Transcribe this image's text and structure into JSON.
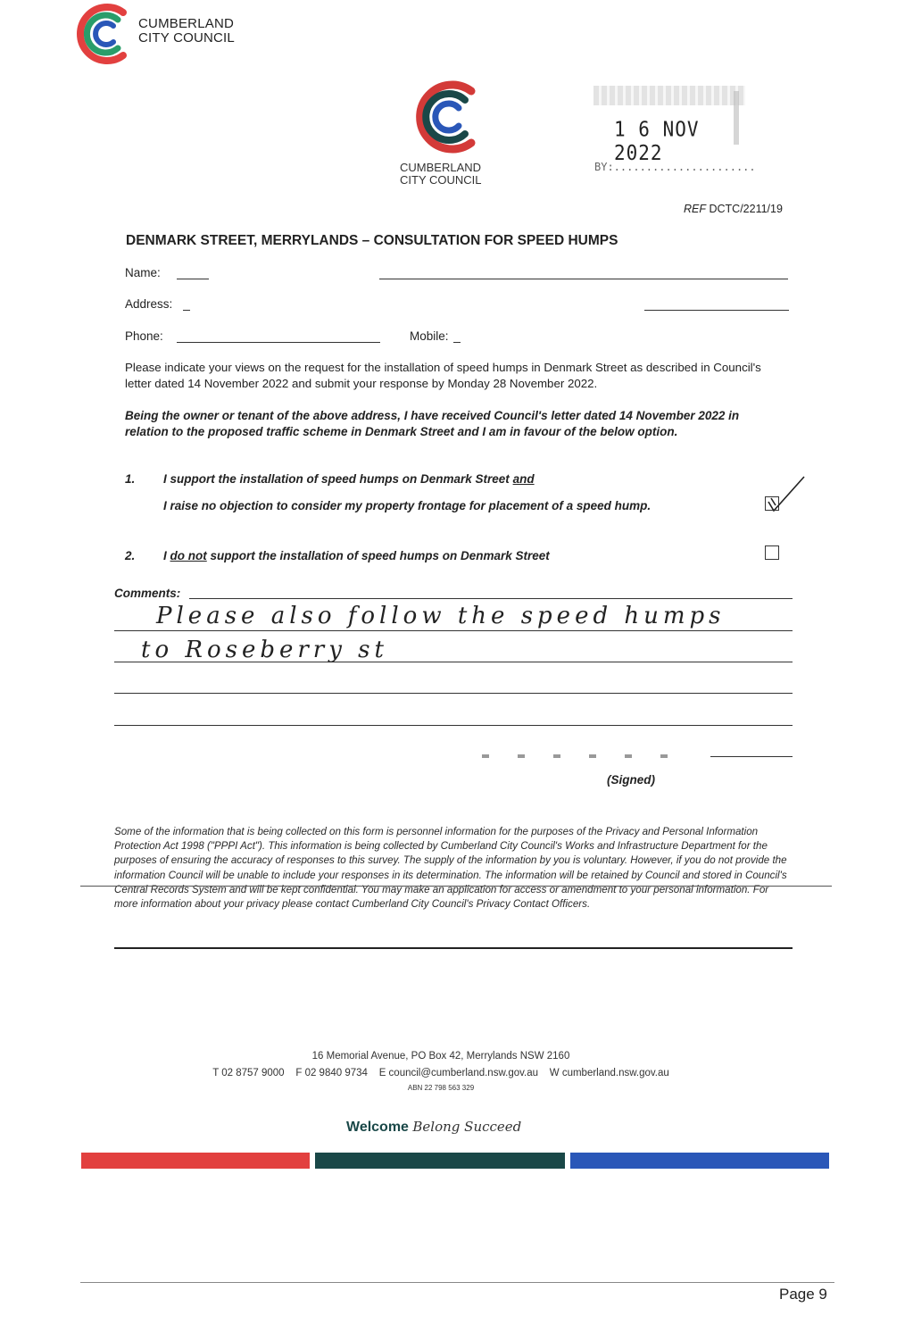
{
  "header_logo": {
    "line1": "CUMBERLAND",
    "line2": "CITY COUNCIL"
  },
  "doc_logo": {
    "line1": "CUMBERLAND",
    "line2": "CITY COUNCIL"
  },
  "stamp": {
    "date": "1 6 NOV 2022",
    "by": "BY:......................"
  },
  "ref": {
    "label": "REF",
    "value": "DCTC/2211/19"
  },
  "title": "DENMARK STREET, MERRYLANDS – CONSULTATION FOR SPEED HUMPS",
  "fields": {
    "name_label": "Name:",
    "address_label": "Address:",
    "phone_label": "Phone:",
    "mobile_label": "Mobile:"
  },
  "instructions": "Please indicate your views on the request for the installation of speed humps in Denmark Street as described in Council's letter dated 14 November 2022 and submit your response by Monday 28 November 2022.",
  "declaration": "Being the owner or tenant of the above address, I have received Council's letter dated 14 November 2022 in relation to the proposed traffic scheme in Denmark Street and I am in favour of the below option.",
  "options": [
    {
      "number": "1.",
      "line1_pre": "I support the installation of speed humps on Denmark Street ",
      "line1_underlined": "and",
      "line2": "I raise no objection to consider my property frontage for placement of a speed hump.",
      "checked": true
    },
    {
      "number": "2.",
      "pre": "I ",
      "underlined": "do not",
      "post": " support the installation of speed humps on Denmark Street",
      "checked": false
    }
  ],
  "comments": {
    "label": "Comments:",
    "handwritten_line1": "Please also follow the speed humps",
    "handwritten_line2": "to Roseberry st"
  },
  "signed_label": "(Signed)",
  "privacy_text": "Some of the information that is being collected on this form is personnel information for the purposes of the Privacy and Personal Information Protection Act 1998 (\"PPPI Act\"). This information is being collected by Cumberland City Council's Works and Infrastructure Department for the purposes of ensuring the accuracy of responses to this survey. The supply of the information by you is voluntary. However, if you do not provide the information Council will be unable to include your responses in its determination. The information will be retained by Council and stored in Council's Central Records System and will be kept confidential. You may make an application for access or amendment to your personal information. For more information about your privacy please contact Cumberland City Council's Privacy Contact Officers.",
  "footer": {
    "address": "16 Memorial Avenue, PO Box 42, Merrylands NSW 2160",
    "contact": "T 02 8757 9000    F 02 9840 9734    E council@cumberland.nsw.gov.au    W cumberland.nsw.gov.au",
    "abn": "ABN 22 798 563 329",
    "tagline_bold": "Welcome",
    "tagline_rest": "Belong Succeed"
  },
  "page_number": "Page 9",
  "colors": {
    "red": "#e2403f",
    "teal": "#1a4848",
    "blue": "#2a57b8",
    "green": "#2a9d6a"
  }
}
